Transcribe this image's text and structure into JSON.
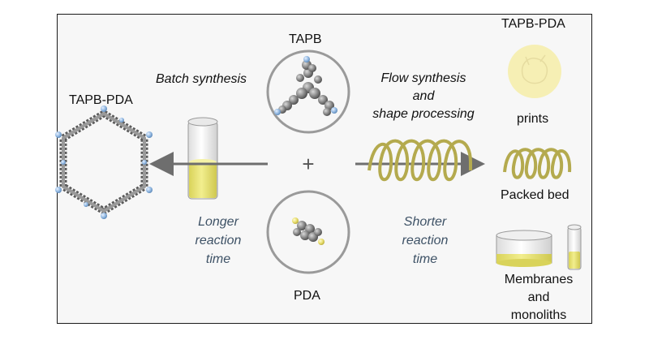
{
  "labels": {
    "tapb_top": "TAPB",
    "tapb_pda_left": "TAPB-PDA",
    "tapb_pda_right": "TAPB-PDA",
    "batch": "Batch synthesis",
    "flow_line1": "Flow synthesis",
    "flow_line2": "and",
    "flow_line3": "shape processing",
    "prints": "prints",
    "packed_bed": "Packed bed",
    "membranes_line1": "Membranes",
    "membranes_line2": "and",
    "membranes_line3": "monoliths",
    "plus": "+",
    "pda": "PDA",
    "longer_line1": "Longer",
    "longer_line2": "reaction",
    "longer_line3": "time",
    "shorter_line1": "Shorter",
    "shorter_line2": "reaction",
    "shorter_line3": "time"
  },
  "colors": {
    "frame_bg": "#f7f7f7",
    "coil_olive": "#b4aa4e",
    "yellow_liquid": "#e8e26a",
    "print_disc": "#f6efb4",
    "arrow_gray": "#6e6e6e",
    "circle_gray": "#9a9a9a",
    "text_blue": "#3e5266",
    "atom_gray": "#8c8c8c",
    "atom_blue": "#8fb6e0"
  }
}
